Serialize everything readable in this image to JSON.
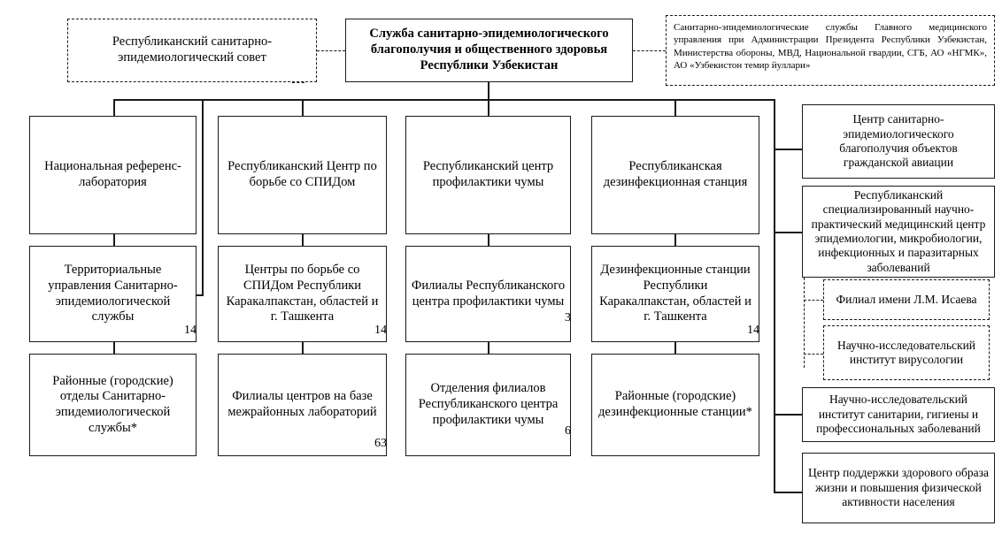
{
  "diagram": {
    "title_box": {
      "text": "Служба санитарно-эпидемиологического благополучия и общественного здоровья Республики Узбекистан"
    },
    "advisory_left": {
      "text": "Республиканский санитарно-эпидемиологический совет"
    },
    "advisory_right": {
      "text": "Санитарно-эпидемиологические службы Главного медицинского управления при Администрации Президента Республики Узбекистан, Министерства обороны, МВД, Национальной гвардии, СГБ, АО «НГМК», АО «Узбекистон темир йуллари»"
    },
    "columns": [
      {
        "id": "col-reference-lab",
        "level1": {
          "text": "Национальная референс-лаборатория",
          "count": ""
        },
        "level2": {
          "text": "Территориальные управления Санитарно-эпидемиологической службы",
          "count": "14"
        },
        "level3": {
          "text": "Районные (городские) отделы Санитарно-эпидемиологической службы*",
          "count": ""
        }
      },
      {
        "id": "col-aids",
        "level1": {
          "text": "Республиканский Центр по борьбе со СПИДом",
          "count": ""
        },
        "level2": {
          "text": "Центры по борьбе со СПИДом Республики Каракалпакстан, областей и г. Ташкента",
          "count": "14"
        },
        "level3": {
          "text": "Филиалы центров на базе межрайонных лабораторий",
          "count": "63"
        }
      },
      {
        "id": "col-plague",
        "level1": {
          "text": "Республиканский центр профилактики чумы",
          "count": ""
        },
        "level2": {
          "text": "Филиалы Республиканского центра профилактики чумы",
          "count": "3"
        },
        "level3": {
          "text": "Отделения филиалов Республиканского центра профилактики чумы",
          "count": "6"
        }
      },
      {
        "id": "col-disinfection",
        "level1": {
          "text": "Республиканская дезинфекционная станция",
          "count": ""
        },
        "level2": {
          "text": "Дезинфекционные станции Республики Каракалпакстан, областей и г. Ташкента",
          "count": "14"
        },
        "level3": {
          "text": "Районные (городские) дезинфекционные станции*",
          "count": ""
        }
      }
    ],
    "right_branch": [
      {
        "id": "aviation-center",
        "text": "Центр санитарно-эпидемиологического благополучия объектов гражданской авиации"
      },
      {
        "id": "scientific-practical-center",
        "text": "Республиканский специализированный научно-практический медицинский центр эпидемиологии, микробиологии, инфекционных и паразитарных заболеваний"
      },
      {
        "id": "sanitation-institute",
        "text": "Научно-исследовательский институт санитарии, гигиены и профессиональных заболеваний"
      },
      {
        "id": "healthy-lifestyle-center",
        "text": "Центр поддержки здорового образа жизни и повышения физической активности населения"
      }
    ],
    "right_sub_branch": [
      {
        "id": "isaev-branch",
        "text": "Филиал имени Л.М. Исаева"
      },
      {
        "id": "virology-institute",
        "text": "Научно-исследовательский институт вирусологии"
      }
    ]
  },
  "colors": {
    "line": "#1a1a1a",
    "background": "#ffffff",
    "text": "#000000"
  }
}
